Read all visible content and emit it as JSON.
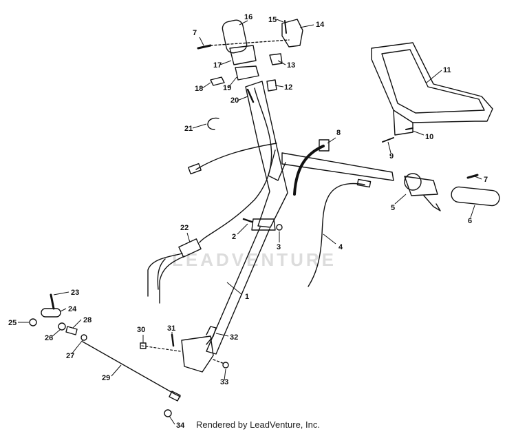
{
  "diagram": {
    "part_numbers": [
      "1",
      "2",
      "3",
      "4",
      "5",
      "6",
      "7",
      "7",
      "8",
      "9",
      "10",
      "11",
      "12",
      "13",
      "14",
      "15",
      "16",
      "17",
      "18",
      "19",
      "20",
      "21",
      "22",
      "23",
      "24",
      "25",
      "26",
      "27",
      "28",
      "29",
      "30",
      "31",
      "32",
      "33",
      "34"
    ],
    "watermark": "LEADVENTURE",
    "footer": "Rendered by LeadVenture, Inc."
  }
}
